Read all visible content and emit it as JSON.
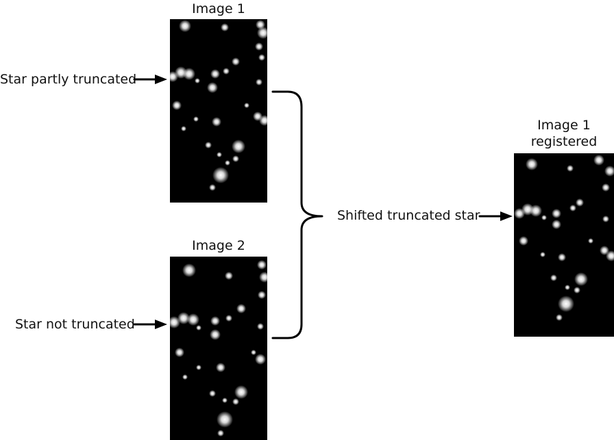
{
  "labels": {
    "image1_title": "Image 1",
    "image2_title": "Image 2",
    "registered_title_line1": "Image 1",
    "registered_title_line2": "registered",
    "star_partly_truncated": "Star partly truncated",
    "star_not_truncated": "Star not truncated",
    "shifted_truncated_star": "Shifted truncated star"
  },
  "colors": {
    "background": "#ffffff",
    "panel": "#000000",
    "star": "#ffffff",
    "lines": "#000000"
  }
}
